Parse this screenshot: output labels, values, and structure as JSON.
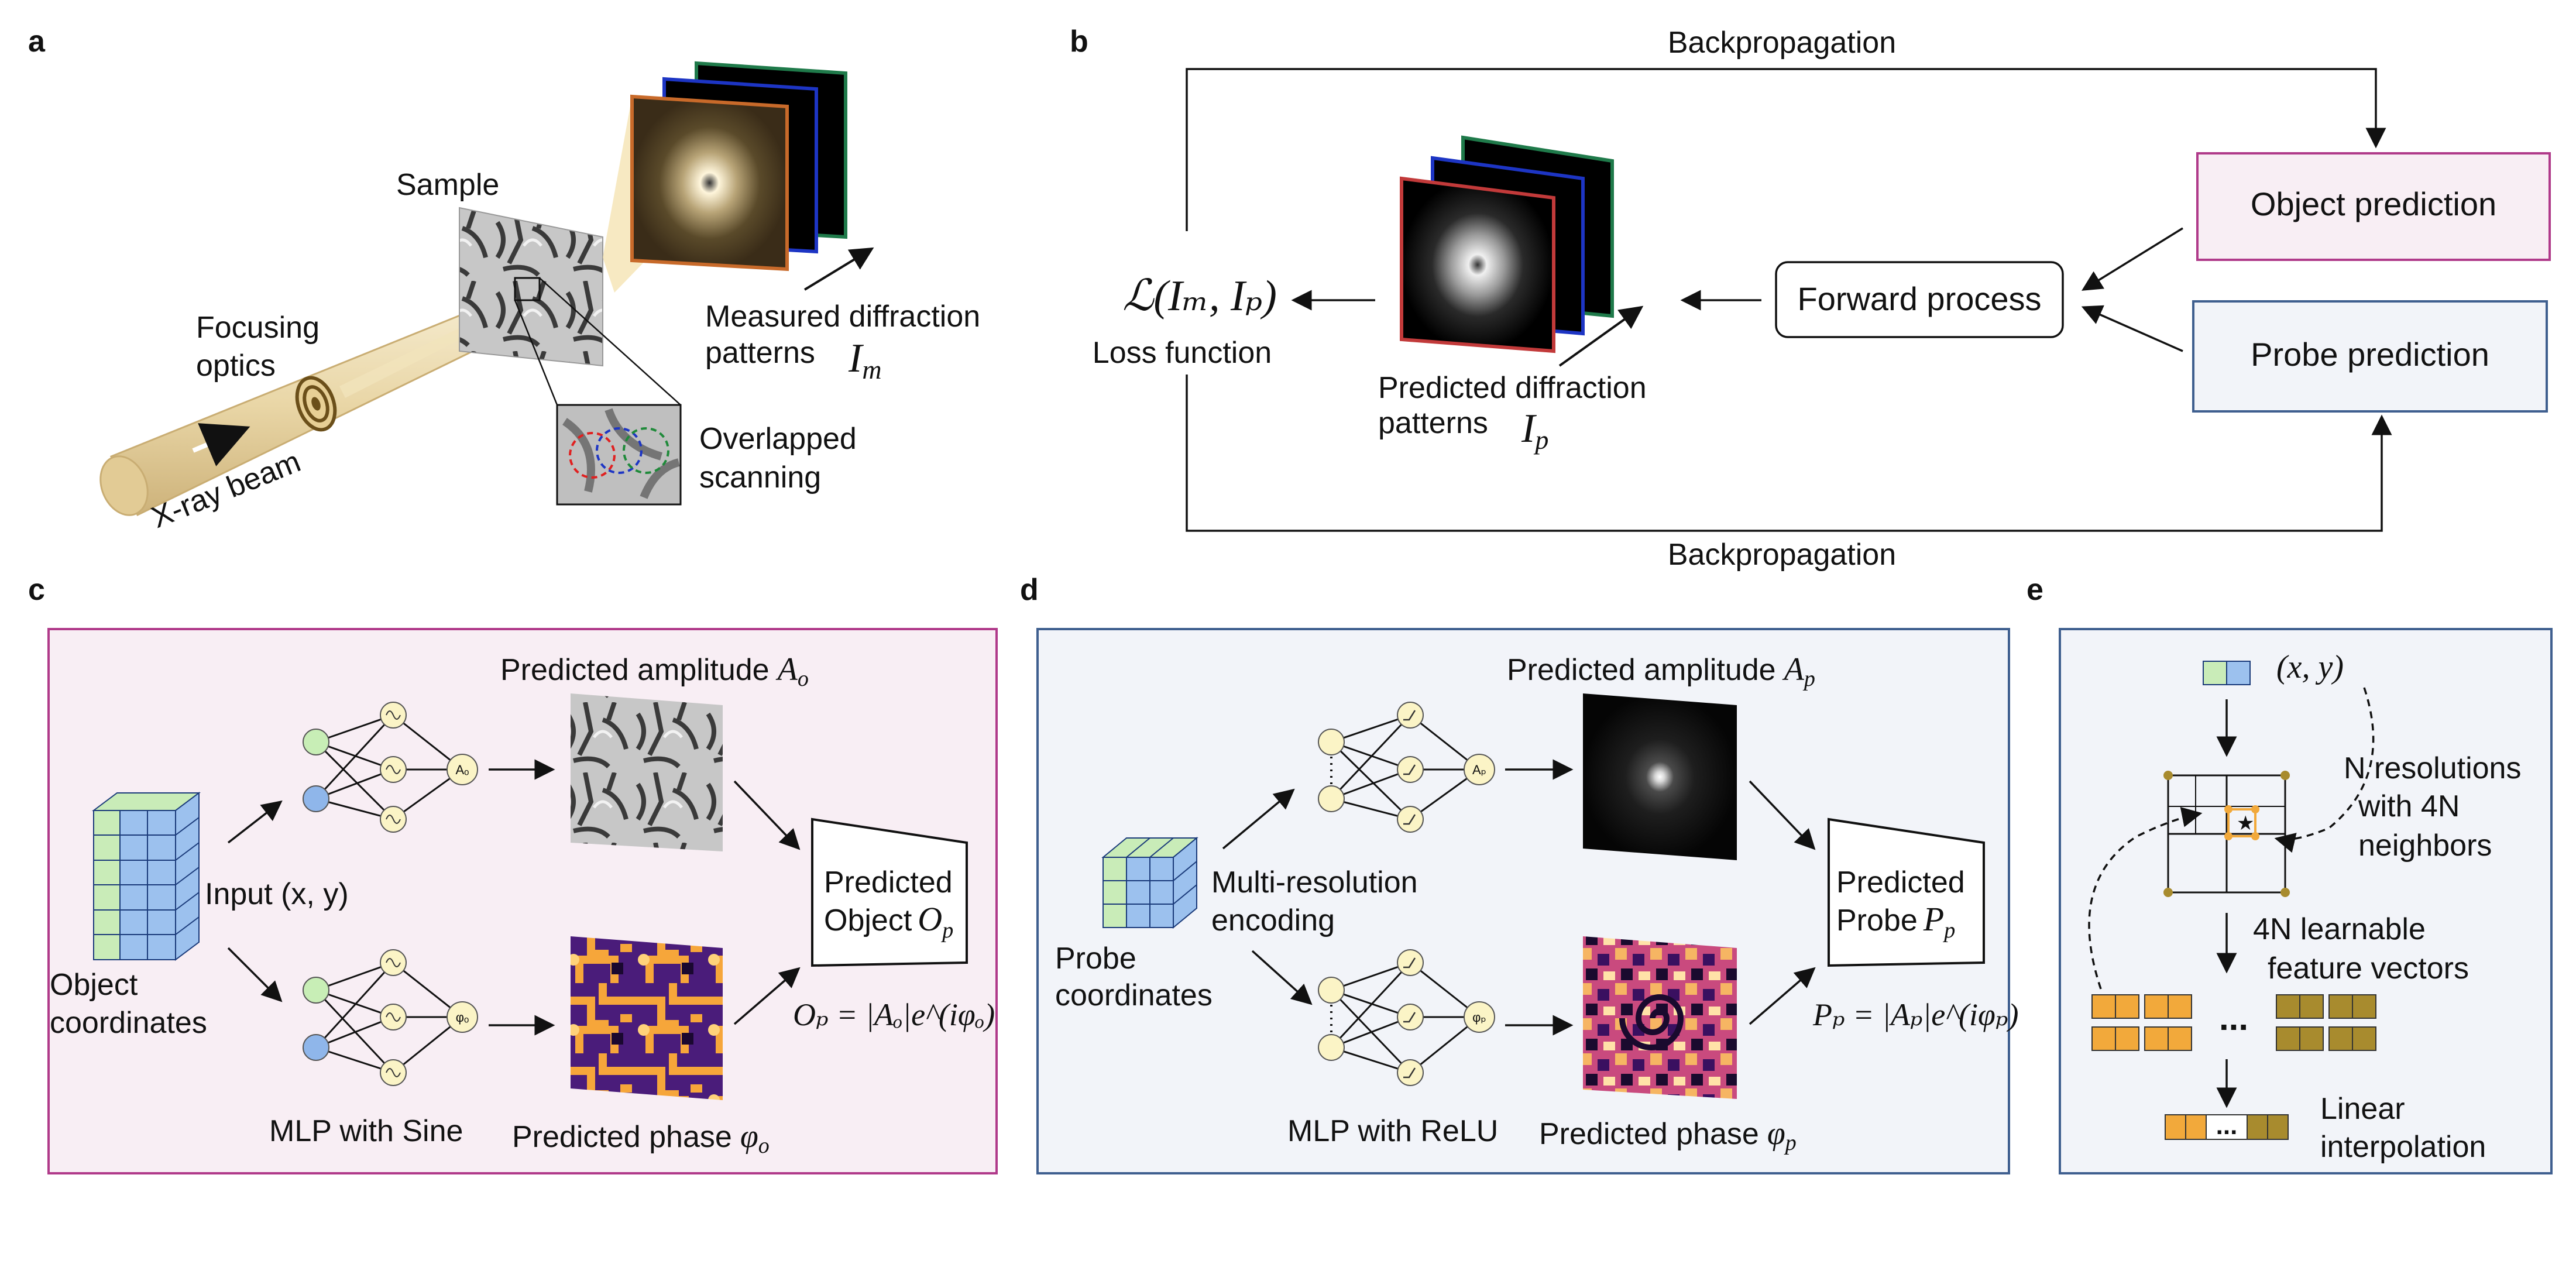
{
  "panels": {
    "a": {
      "label": "a",
      "sample": "Sample",
      "focusing": [
        "Focusing",
        "optics"
      ],
      "beam": "X-ray beam",
      "measured_line1": "Measured diffraction",
      "measured_line2": "patterns",
      "measured_symbol": "I",
      "measured_sub": "m",
      "overlapped": [
        "Overlapped",
        "scanning"
      ]
    },
    "b": {
      "label": "b",
      "backprop_top": "Backpropagation",
      "backprop_bottom": "Backpropagation",
      "object_prediction": "Object prediction",
      "probe_prediction": "Probe prediction",
      "forward_process": "Forward process",
      "loss_formula": "ℒ(Iₘ, Iₚ)",
      "loss_label": "Loss function",
      "predicted_line1": "Predicted diffraction",
      "predicted_line2": "patterns",
      "predicted_symbol": "I",
      "predicted_sub": "p"
    },
    "c": {
      "label": "c",
      "pred_amp": "Predicted amplitude",
      "amp_symbol": "A",
      "amp_sub": "o",
      "pred_phase": "Predicted phase",
      "phase_symbol": "φ",
      "phase_sub": "o",
      "input": "Input (x, y)",
      "coords": [
        "Object",
        "coordinates"
      ],
      "mlp": "MLP with Sine",
      "output_box": [
        "Predicted",
        "Object"
      ],
      "output_symbol": "O",
      "output_sub": "p",
      "equation": "Oₚ = |Aₒ|e^(iφₒ)",
      "node_amp": "Aₒ",
      "node_phase": "φₒ"
    },
    "d": {
      "label": "d",
      "pred_amp": "Predicted amplitude",
      "amp_symbol": "A",
      "amp_sub": "p",
      "pred_phase": "Predicted phase",
      "phase_symbol": "φ",
      "phase_sub": "p",
      "encoding": [
        "Multi-resolution",
        "encoding"
      ],
      "coords": [
        "Probe",
        "coordinates"
      ],
      "mlp": "MLP with ReLU",
      "output_box": [
        "Predicted",
        "Probe"
      ],
      "output_symbol": "P",
      "output_sub": "p",
      "equation": "Pₚ = |Aₚ|e^(iφₚ)",
      "node_amp": "Aₚ",
      "node_phase": "φₚ"
    },
    "e": {
      "label": "e",
      "xy": "(x, y)",
      "resolutions": [
        "N resolutions",
        "with 4N",
        "neighbors"
      ],
      "learnable": [
        "4N learnable",
        "feature vectors"
      ],
      "interp": [
        "Linear",
        "interpolation"
      ],
      "ellipsis": "..."
    }
  },
  "colors": {
    "object_border": "#b03a8a",
    "object_fill": "#f8eef4",
    "probe_border": "#3f5f8f",
    "probe_fill": "#f2f4f9",
    "green_cell": "#c9ecb8",
    "blue_cell": "#9cc1ee",
    "node_green": "#c8eeb6",
    "node_blue": "#8fb6ea",
    "node_yellow": "#fbf4c6",
    "orange": "#f2a93b",
    "olive": "#a88b2e"
  }
}
